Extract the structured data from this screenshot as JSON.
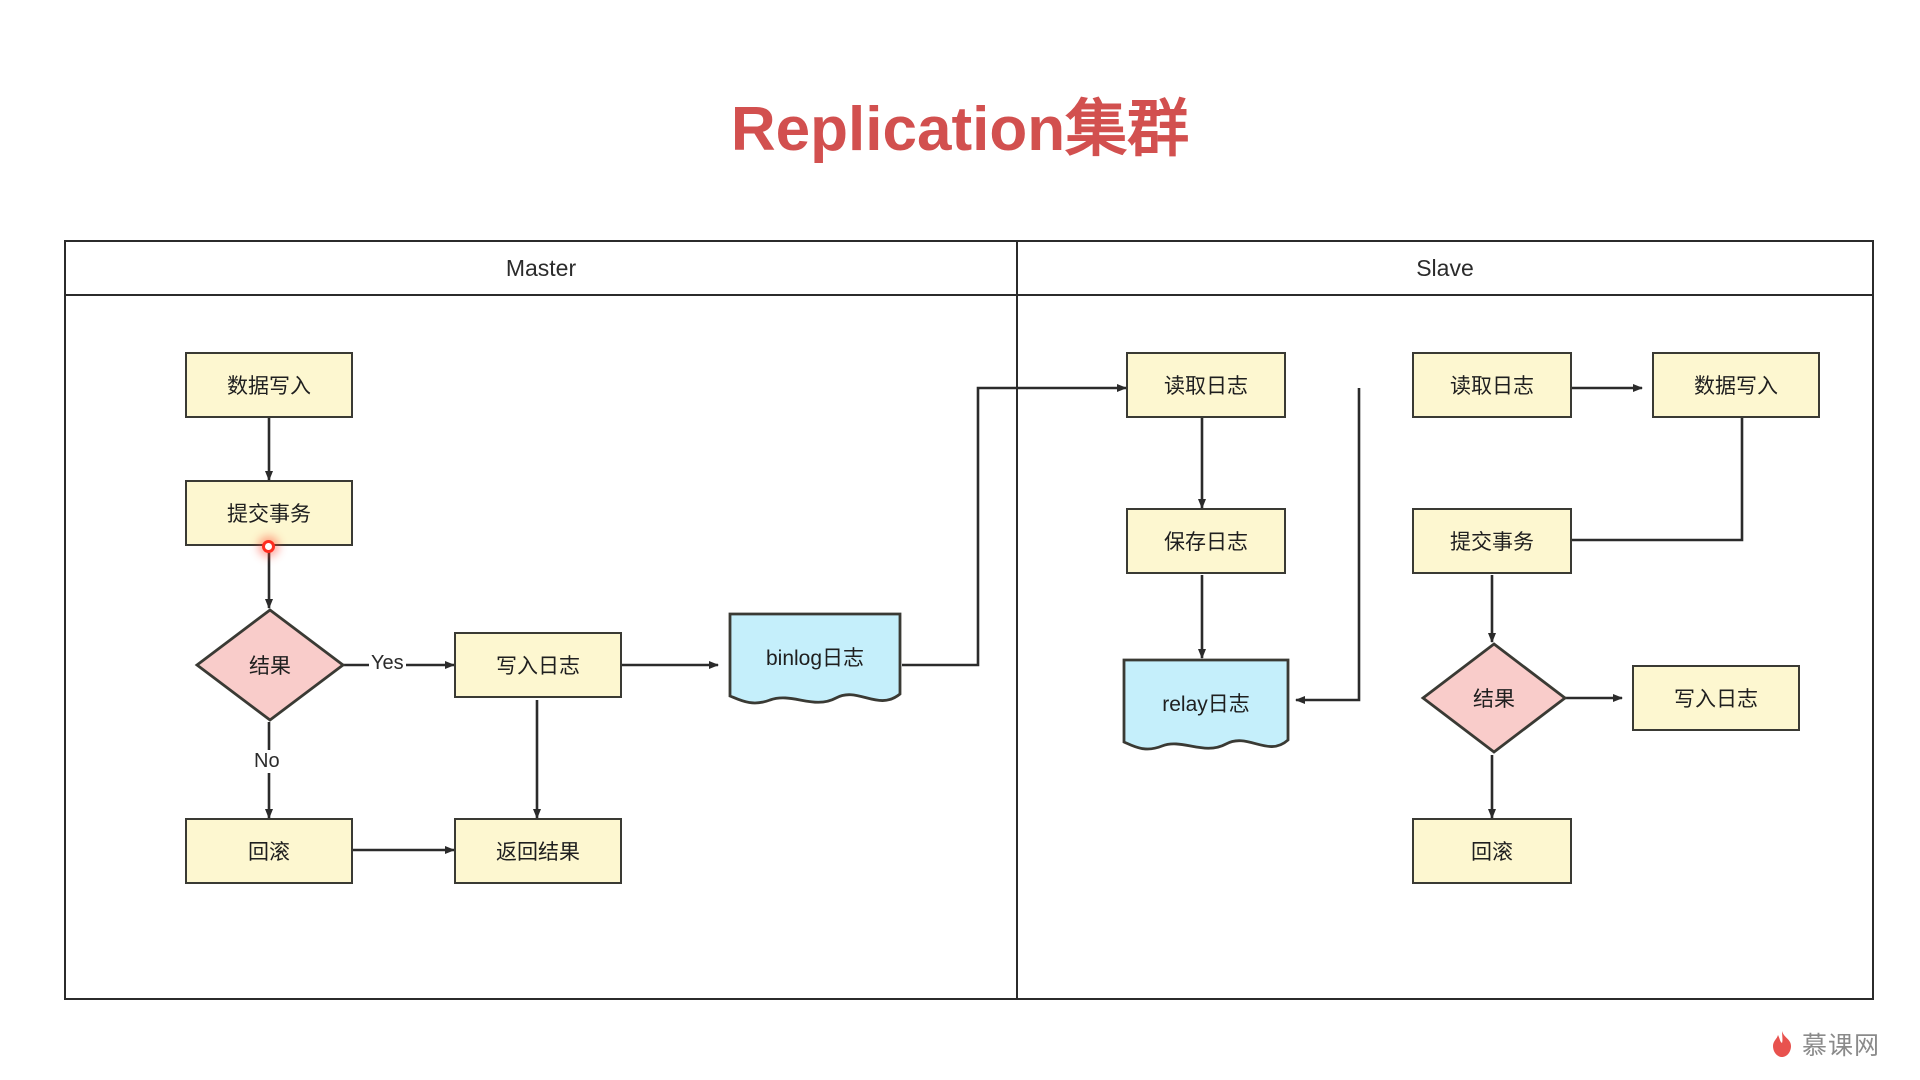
{
  "title": "Replication集群",
  "title_color": "#d2504f",
  "panels": [
    {
      "name": "master",
      "label": "Master"
    },
    {
      "name": "slave",
      "label": "Slave"
    }
  ],
  "colors": {
    "process_fill": "#fdf7d0",
    "decision_fill": "#f9ccca",
    "document_fill": "#c5effb",
    "stroke": "#3a3a34",
    "frame": "#2b2b2b",
    "marker": "#ff2d20"
  },
  "master_nodes": [
    {
      "id": "m_write_data",
      "label": "数据写入",
      "shape": "process"
    },
    {
      "id": "m_commit",
      "label": "提交事务",
      "shape": "process"
    },
    {
      "id": "m_result",
      "label": "结果",
      "shape": "decision"
    },
    {
      "id": "m_write_log",
      "label": "写入日志",
      "shape": "process"
    },
    {
      "id": "m_binlog",
      "label": "binlog日志",
      "shape": "document"
    },
    {
      "id": "m_rollback",
      "label": "回滚",
      "shape": "process"
    },
    {
      "id": "m_return",
      "label": "返回结果",
      "shape": "process"
    }
  ],
  "slave_nodes": [
    {
      "id": "s_read_log_1",
      "label": "读取日志",
      "shape": "process"
    },
    {
      "id": "s_save_log",
      "label": "保存日志",
      "shape": "process"
    },
    {
      "id": "s_relay",
      "label": "relay日志",
      "shape": "document"
    },
    {
      "id": "s_read_log_2",
      "label": "读取日志",
      "shape": "process"
    },
    {
      "id": "s_write_data",
      "label": "数据写入",
      "shape": "process"
    },
    {
      "id": "s_commit",
      "label": "提交事务",
      "shape": "process"
    },
    {
      "id": "s_result",
      "label": "结果",
      "shape": "decision"
    },
    {
      "id": "s_write_log",
      "label": "写入日志",
      "shape": "process"
    },
    {
      "id": "s_rollback",
      "label": "回滚",
      "shape": "process"
    }
  ],
  "edge_labels": {
    "yes": "Yes",
    "no": "No"
  },
  "watermark": {
    "text": "慕课网",
    "icon": "flame-icon"
  }
}
